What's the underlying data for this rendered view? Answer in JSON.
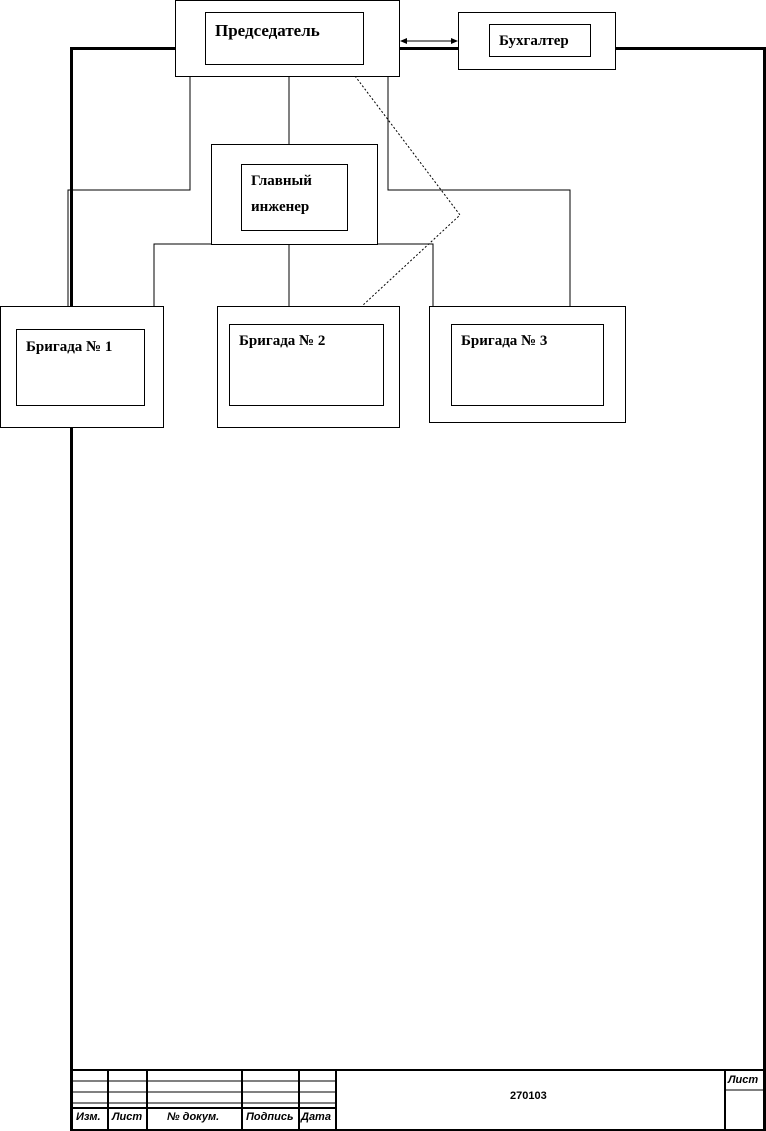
{
  "org_chart": {
    "chairman": "Председатель",
    "accountant": "Бухгалтер",
    "chief_engineer_line1": "Главный",
    "chief_engineer_line2": "инженер",
    "brigade_1": "Бригада № 1",
    "brigade_2": "Бригада № 2",
    "brigade_3": "Бригада № 3"
  },
  "title_block": {
    "col_izm": "Изм.",
    "col_list": "Лист",
    "col_doc_no": "№ докум.",
    "col_signature": "Подпись",
    "col_date": "Дата",
    "sheet_label": "Лист",
    "document_code": "270103"
  }
}
